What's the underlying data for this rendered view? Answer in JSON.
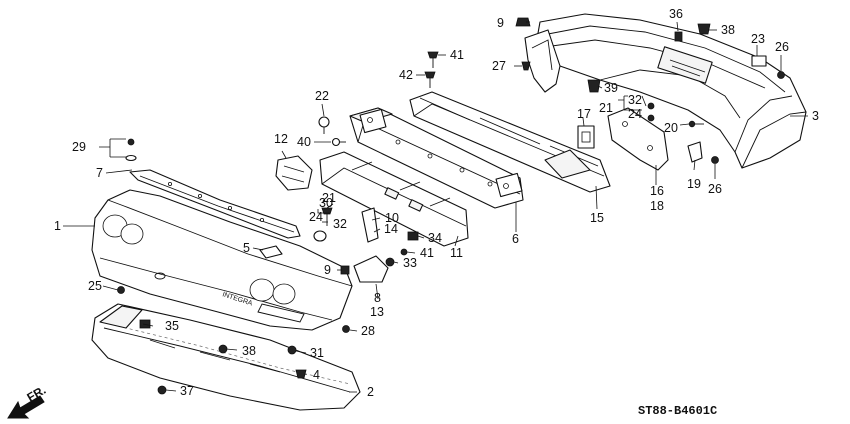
{
  "diagram": {
    "code": "ST88-B4601C",
    "direction_label": "FR.",
    "emblem_text": "INTEGRA",
    "callouts": [
      "1",
      "2",
      "3",
      "4",
      "5",
      "6",
      "7",
      "8",
      "9",
      "9",
      "10",
      "11",
      "12",
      "13",
      "14",
      "15",
      "16",
      "17",
      "18",
      "19",
      "20",
      "21",
      "21",
      "22",
      "23",
      "24",
      "24",
      "25",
      "26",
      "26",
      "27",
      "28",
      "29",
      "30",
      "31",
      "32",
      "32",
      "33",
      "34",
      "35",
      "36",
      "37",
      "38",
      "38",
      "39",
      "40",
      "41",
      "41",
      "42"
    ]
  }
}
